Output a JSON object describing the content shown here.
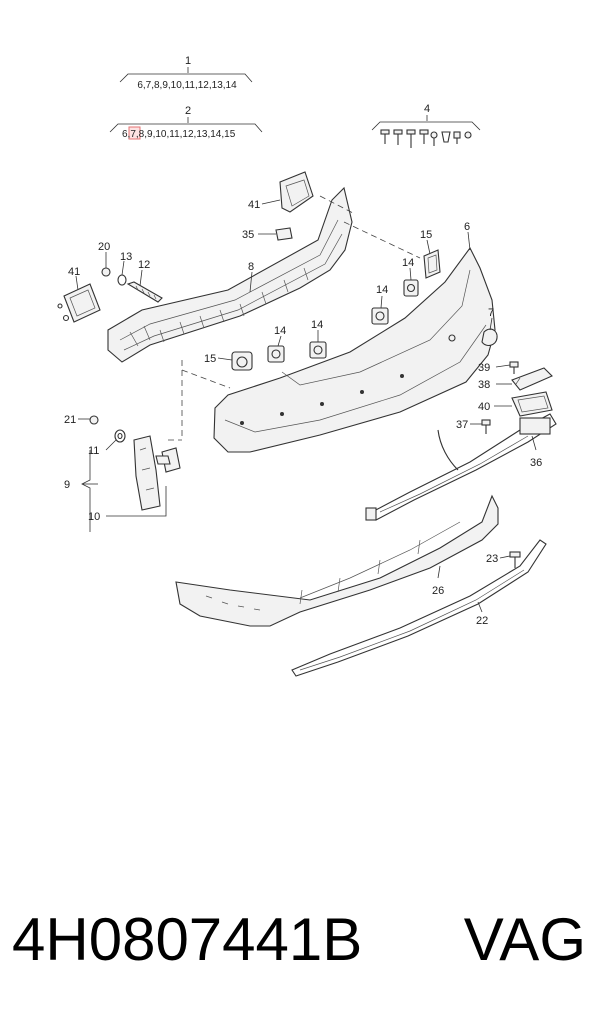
{
  "groups": {
    "g1": {
      "number": "1",
      "items": "6,7,8,9,10,11,12,13,14"
    },
    "g2": {
      "number": "2",
      "items_pre": "6,",
      "items_highlight": "7",
      "items_post": ",8,9,10,11,12,13,14,15"
    },
    "g4": {
      "number": "4"
    }
  },
  "callouts": {
    "c41a": "41",
    "c35": "35",
    "c8": "8",
    "c15a": "15",
    "c6": "6",
    "c14a": "14",
    "c14b": "14",
    "c14c": "14",
    "c14d": "14",
    "c20": "20",
    "c13": "13",
    "c12": "12",
    "c41b": "41",
    "c15b": "15",
    "c7": "7",
    "c39": "39",
    "c38": "38",
    "c40": "40",
    "c37": "37",
    "c36": "36",
    "c21": "21",
    "c11": "11",
    "c9": "9",
    "c10": "10",
    "c23": "23",
    "c26": "26",
    "c22": "22"
  },
  "footer": {
    "part_number": "4H0807441B",
    "brand": "VAG"
  },
  "colors": {
    "highlight": "#e57373",
    "highlight_fill": "#fde2e2"
  }
}
